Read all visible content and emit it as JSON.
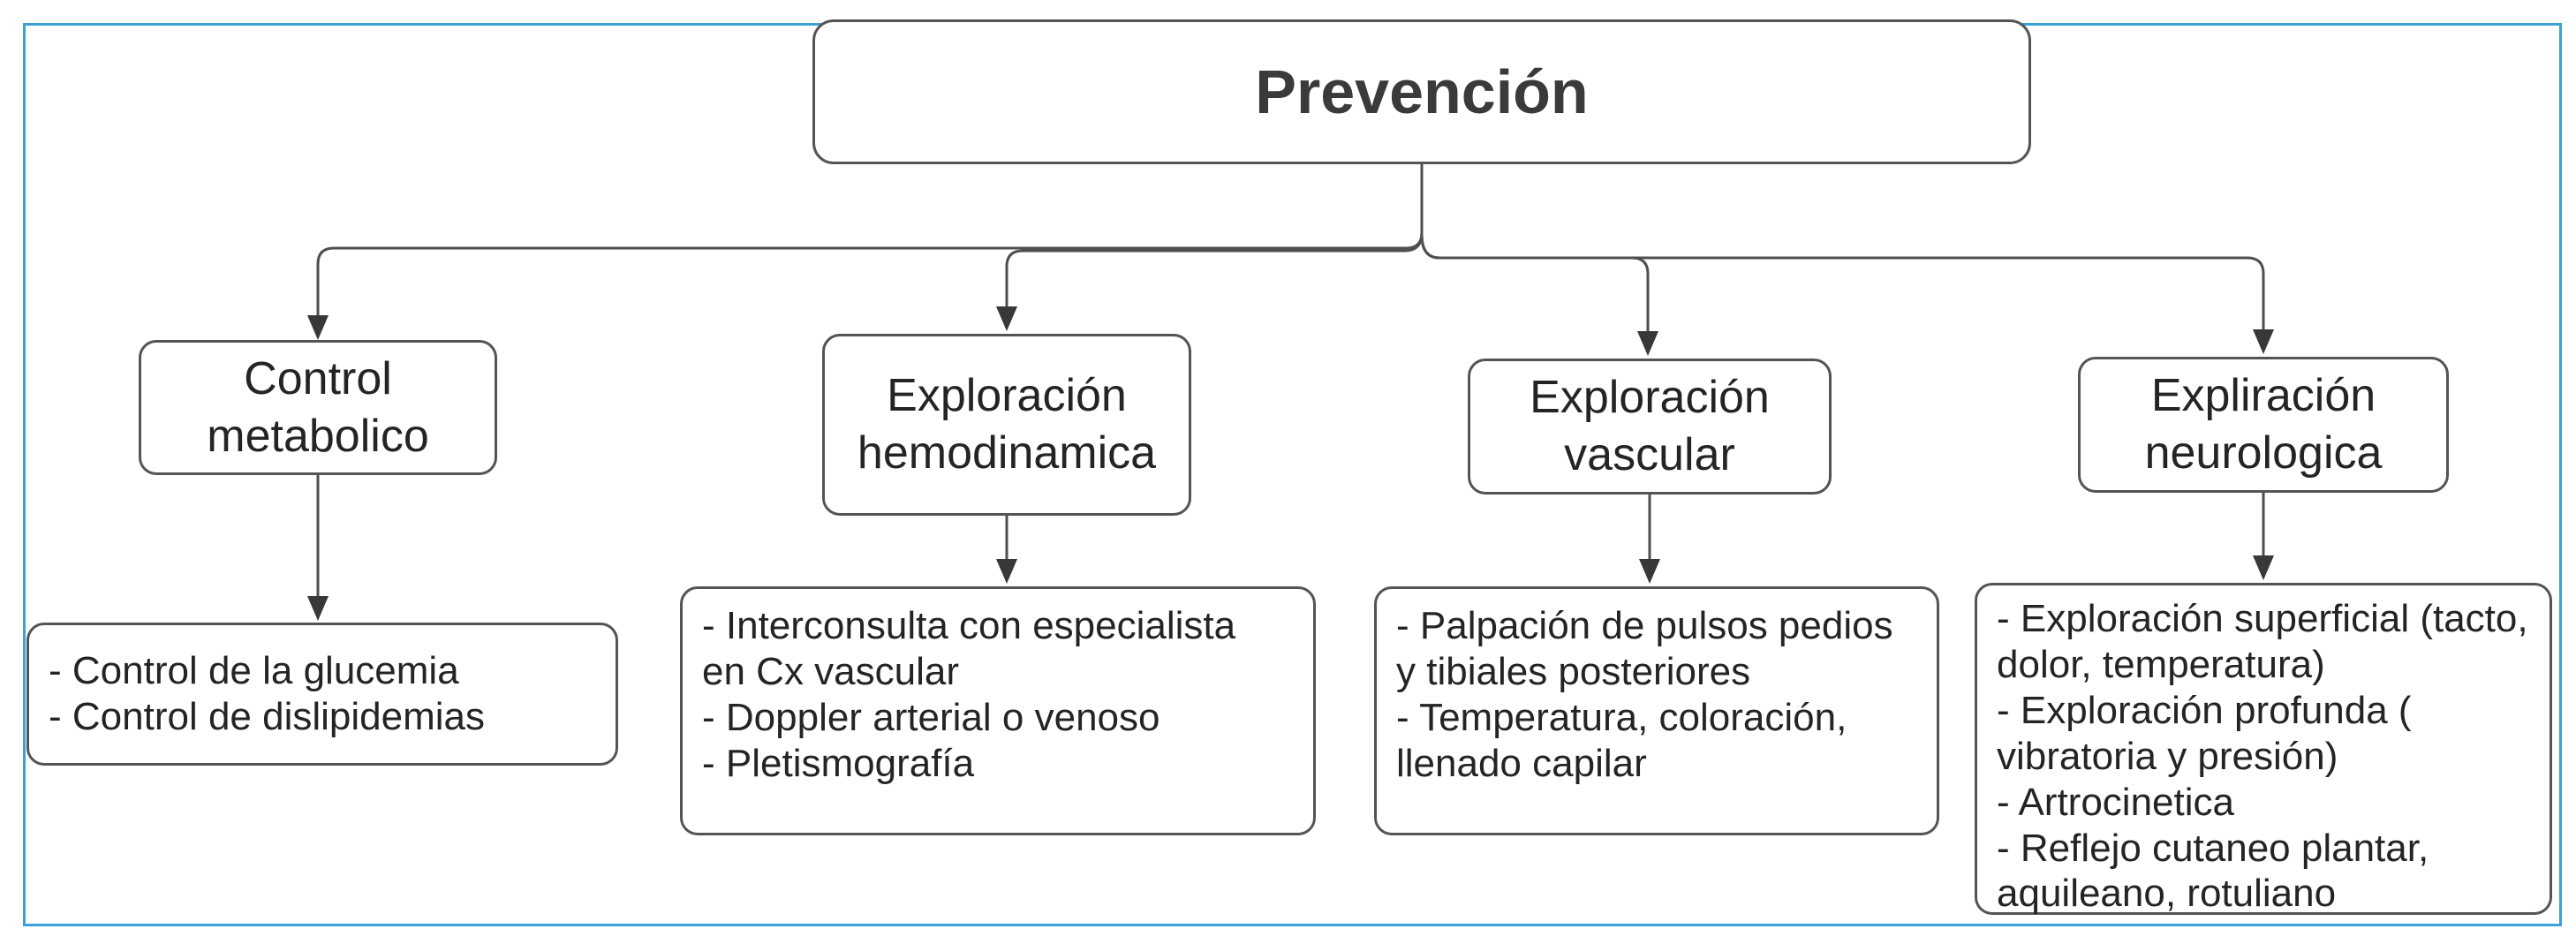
{
  "diagram": {
    "title": "Prevención",
    "branches": [
      {
        "node": {
          "lines": [
            "Control",
            "metabolico"
          ]
        },
        "detail": {
          "lines": [
            "- Control de la glucemia",
            "- Control de dislipidemias"
          ]
        }
      },
      {
        "node": {
          "lines": [
            "Exploración",
            "hemodinamica"
          ]
        },
        "detail": {
          "lines": [
            "- Interconsulta con especialista",
            "en Cx vascular",
            "- Doppler arterial o venoso",
            "- Pletismografía"
          ]
        }
      },
      {
        "node": {
          "lines": [
            "Exploración",
            "vascular"
          ]
        },
        "detail": {
          "lines": [
            "- Palpación de pulsos pedios",
            "y tibiales posteriores",
            "- Temperatura, coloración,",
            "llenado capilar"
          ]
        }
      },
      {
        "node": {
          "lines": [
            "Expliración",
            "neurologica"
          ]
        },
        "detail": {
          "lines": [
            "- Exploración superficial (tacto,",
            "dolor, temperatura)",
            "- Exploración profunda (",
            "vibratoria y presión)",
            "- Artrocinetica",
            "- Reflejo cutaneo plantar,",
            "aquileano, rotuliano"
          ]
        }
      }
    ]
  },
  "colors": {
    "frame_border": "#3aa2d8",
    "box_border": "#545454",
    "connector_line": "#4f4f4f",
    "arrowhead": "#383838",
    "text": "#242424",
    "background": "#ffffff"
  }
}
